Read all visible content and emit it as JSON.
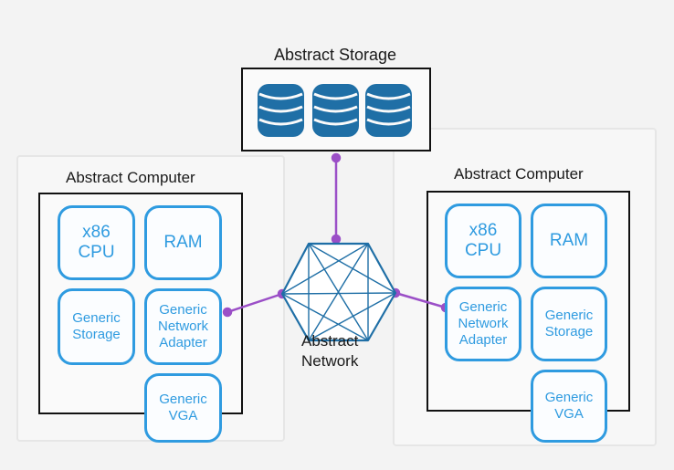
{
  "storage": {
    "title": "Abstract Storage"
  },
  "network": {
    "label": "Abstract\nNetwork"
  },
  "left_computer": {
    "title": "Abstract Computer",
    "components": {
      "cpu": "x86\nCPU",
      "ram": "RAM",
      "storage": "Generic\nStorage",
      "network_adapter": "Generic\nNetwork\nAdapter",
      "vga": "Generic\nVGA"
    }
  },
  "right_computer": {
    "title": "Abstract Computer",
    "components": {
      "cpu": "x86\nCPU",
      "ram": "RAM",
      "network_adapter": "Generic\nNetwork\nAdapter",
      "storage": "Generic\nStorage",
      "vga": "Generic\nVGA"
    }
  },
  "colors": {
    "component_blue": "#2f9be0",
    "database_blue": "#1f6fa6",
    "connector_purple": "#9b4fc7",
    "frame": "#111111"
  },
  "icons": [
    "database-icon",
    "database-icon",
    "database-icon",
    "network-hexagon-icon"
  ]
}
